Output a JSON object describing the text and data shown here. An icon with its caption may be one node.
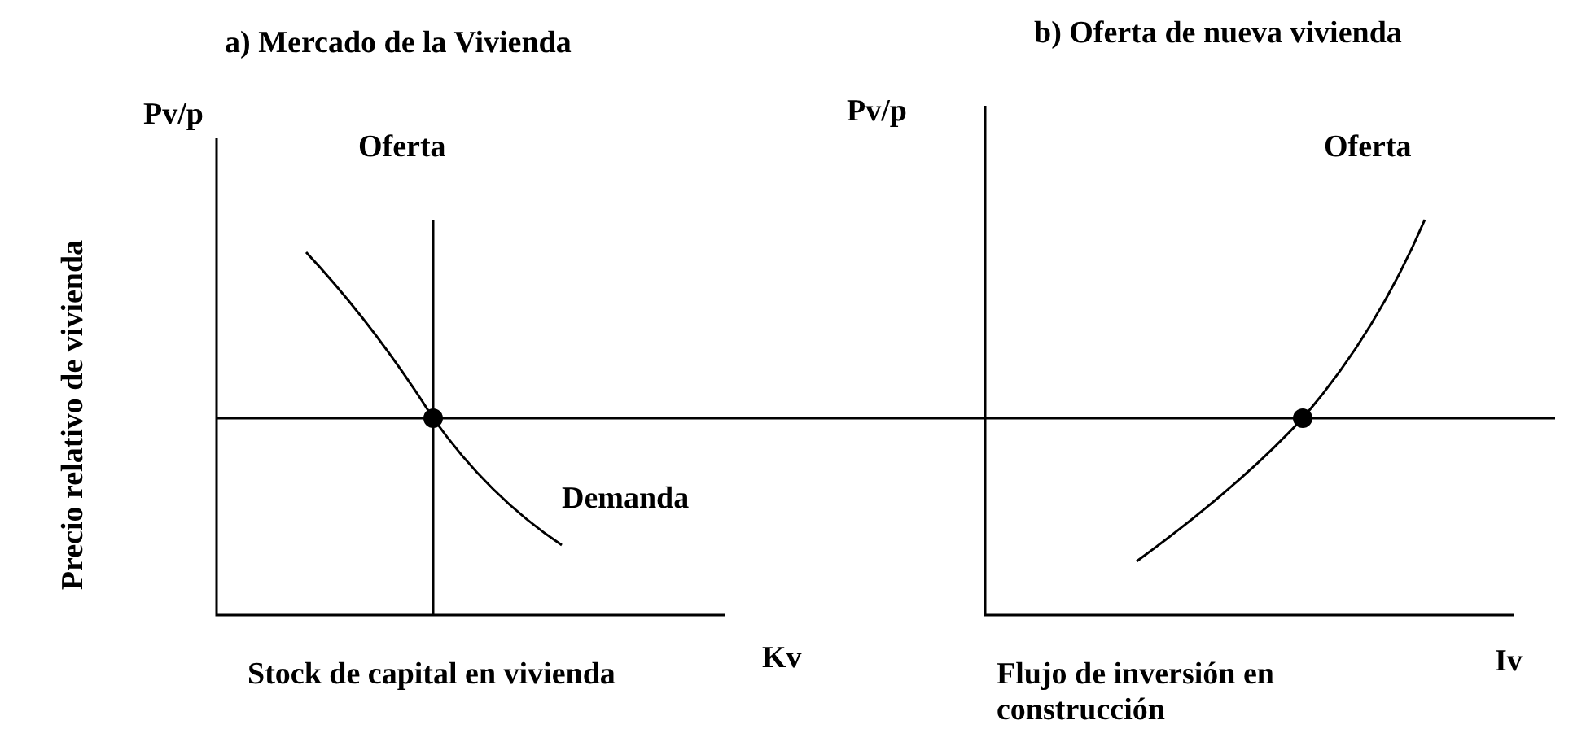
{
  "diagram": {
    "labels": [
      "a) Mercado de la Vivienda",
      "b) Oferta de nueva vivienda",
      "Precio relativo de vivienda",
      "Pv/p",
      "Oferta",
      "Pv/p",
      "Oferta",
      "Demanda",
      "Kv",
      "Iv",
      "Stock de capital en vivienda",
      "Flujo de inversión en construcción"
    ]
  }
}
